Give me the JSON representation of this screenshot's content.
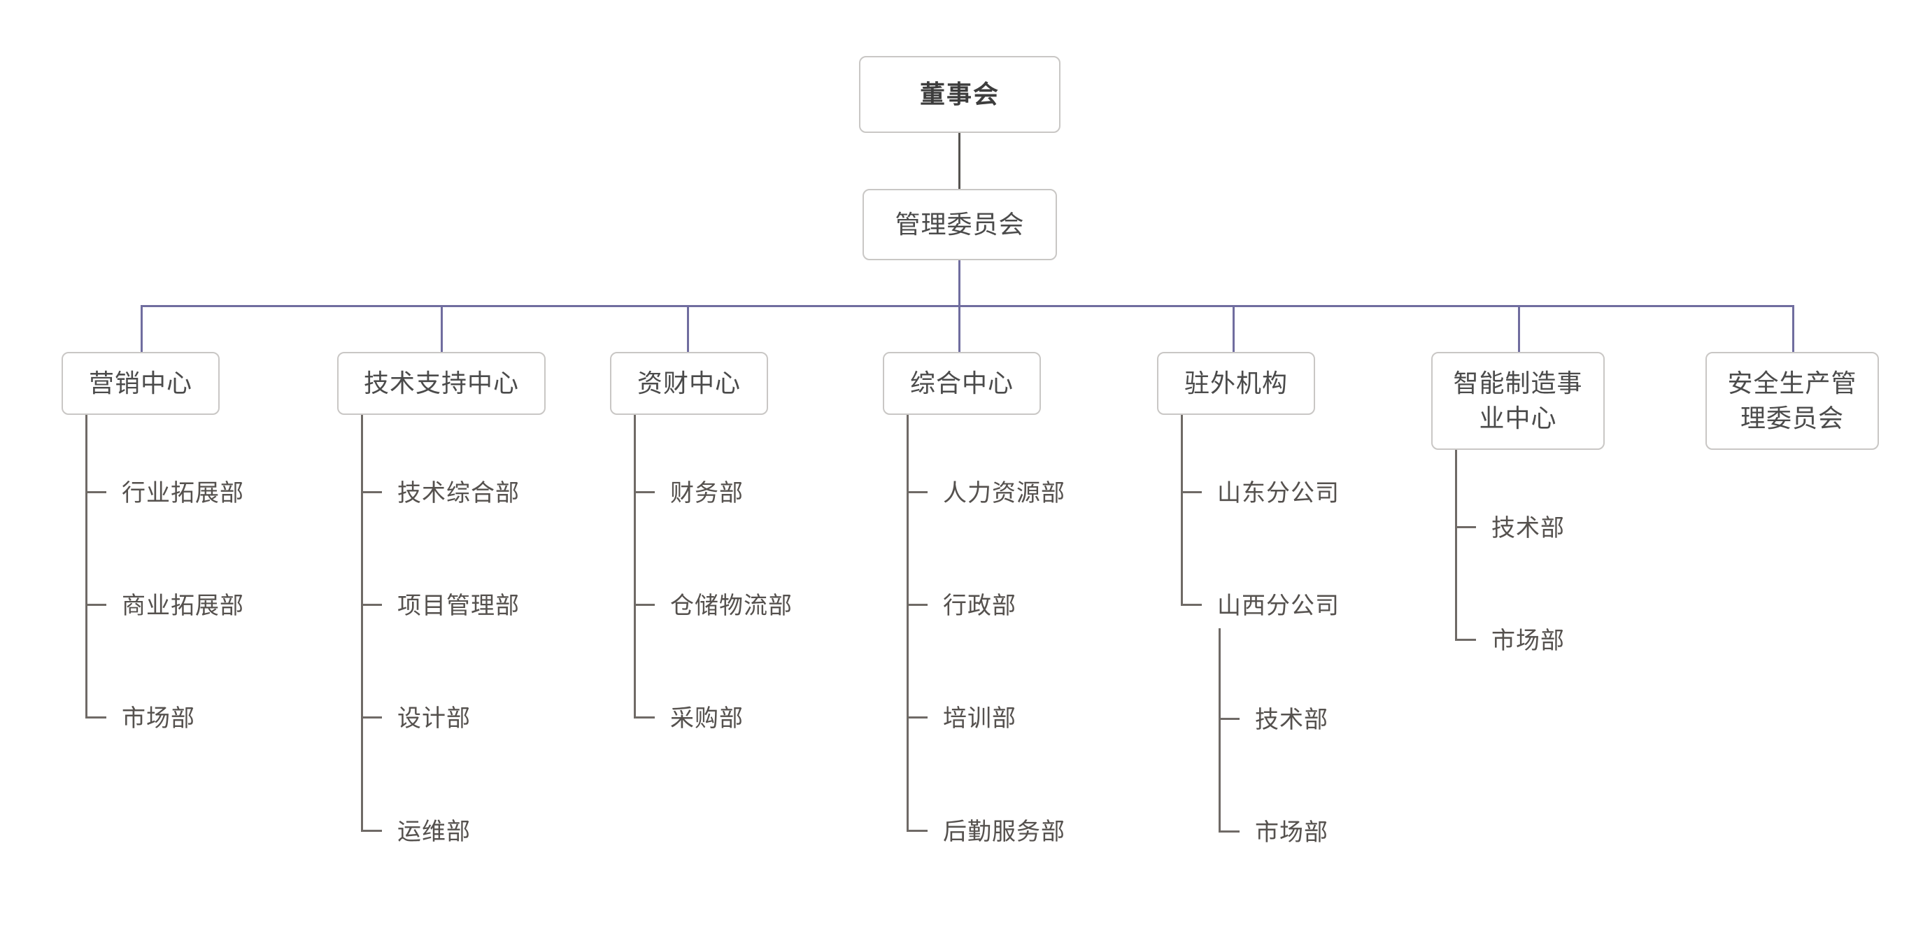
{
  "theme": {
    "background": "#ffffff",
    "box_border": "#c9c7c5",
    "connector_purple": "#706d9f",
    "connector_gray": "#6f6a66",
    "text_color": "#4b4b4b",
    "leaf_text_color": "#55514e"
  },
  "org": {
    "root": {
      "label": "董事会"
    },
    "management": {
      "label": "管理委员会"
    },
    "centers": [
      {
        "label": "营销中心",
        "children": [
          {
            "label": "行业拓展部"
          },
          {
            "label": "商业拓展部"
          },
          {
            "label": "市场部"
          }
        ]
      },
      {
        "label": "技术支持中心",
        "children": [
          {
            "label": "技术综合部"
          },
          {
            "label": "项目管理部"
          },
          {
            "label": "设计部"
          },
          {
            "label": "运维部"
          }
        ]
      },
      {
        "label": "资财中心",
        "children": [
          {
            "label": "财务部"
          },
          {
            "label": "仓储物流部"
          },
          {
            "label": "采购部"
          }
        ]
      },
      {
        "label": "综合中心",
        "children": [
          {
            "label": "人力资源部"
          },
          {
            "label": "行政部"
          },
          {
            "label": "培训部"
          },
          {
            "label": "后勤服务部"
          }
        ]
      },
      {
        "label": "驻外机构",
        "children": [
          {
            "label": "山东分公司"
          },
          {
            "label": "山西分公司",
            "children": [
              {
                "label": "技术部"
              },
              {
                "label": "市场部"
              }
            ]
          }
        ]
      },
      {
        "label": "智能制造事\n业中心",
        "children": [
          {
            "label": "技术部"
          },
          {
            "label": "市场部"
          }
        ]
      },
      {
        "label": "安全生产管\n理委员会",
        "children": []
      }
    ]
  }
}
